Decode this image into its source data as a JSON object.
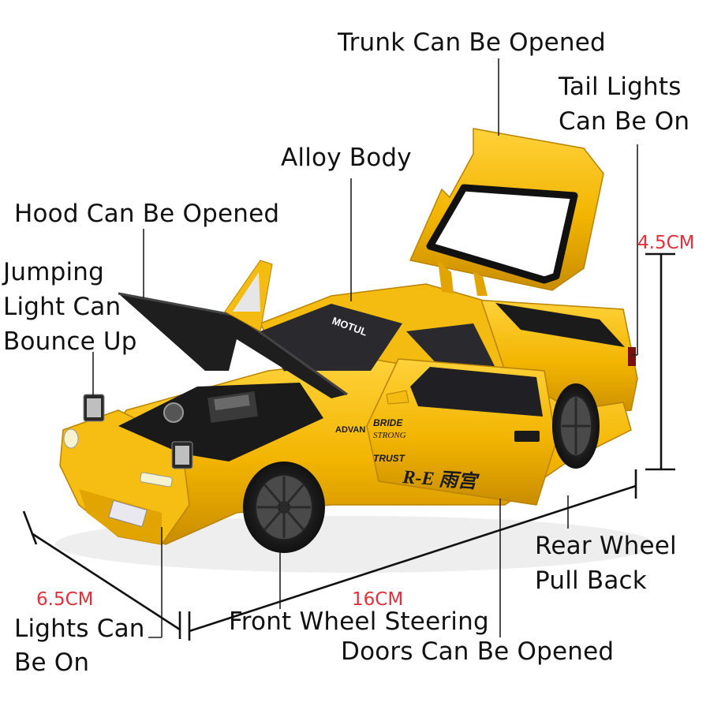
{
  "labels": {
    "trunk": "Trunk Can Be Opened",
    "tail_lights_1": "Tail Lights",
    "tail_lights_2": "Can Be On",
    "alloy_body": "Alloy Body",
    "hood": "Hood Can Be Opened",
    "jumping_1": "Jumping",
    "jumping_2": "Light Can",
    "jumping_3": "Bounce Up",
    "rear_wheel_1": "Rear Wheel",
    "rear_wheel_2": "Pull Back",
    "lights_on_1": "Lights Can",
    "lights_on_2": "Be On",
    "front_wheel": "Front Wheel Steering",
    "doors": "Doors Can Be Opened"
  },
  "dimensions": {
    "height": "4.5CM",
    "width": "6.5CM",
    "length": "16CM"
  },
  "car_decals": {
    "windshield": "MOTUL",
    "side_1": "BRIDE",
    "side_2": "STRONG",
    "side_3": "TRUST",
    "fender": "ADVAN",
    "door_script": "R-E 雨宫"
  },
  "colors": {
    "body": "#f2b400",
    "body_shadow": "#c98d00",
    "dimension_text": "#e0303a"
  }
}
